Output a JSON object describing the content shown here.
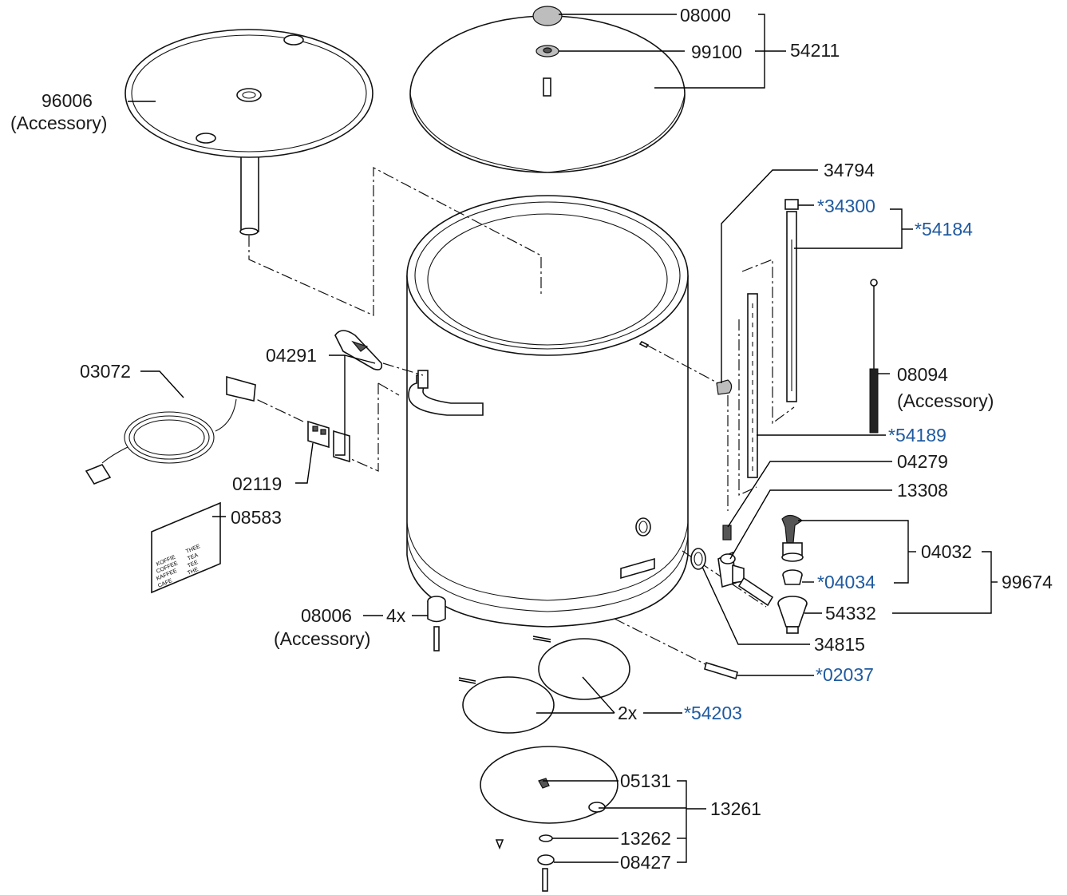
{
  "labels": {
    "p08000": "08000",
    "p99100": "99100",
    "p54211": "54211",
    "p96006": "96006",
    "p96006_acc": "(Accessory)",
    "p34794": "34794",
    "p34300": "*34300",
    "p54184": "*54184",
    "p04291": "04291",
    "p03072": "03072",
    "p08094": "08094",
    "p08094_acc": "(Accessory)",
    "p54189": "*54189",
    "p02119": "02119",
    "p04279": "04279",
    "p08583": "08583",
    "p13308": "13308",
    "p04032": "04032",
    "p04034": "*04034",
    "p99674": "99674",
    "p08006": "08006",
    "p08006_qty": "4x",
    "p08006_acc": "(Accessory)",
    "p54332": "54332",
    "p34815": "34815",
    "p02037": "*02037",
    "p54203_qty": "2x",
    "p54203": "*54203",
    "p05131": "05131",
    "p13261": "13261",
    "p13262": "13262",
    "p08427": "08427"
  },
  "sticker": {
    "rows": [
      [
        "KOFFIE",
        "THEE"
      ],
      [
        "COFFEE",
        "TEA"
      ],
      [
        "KAFFEE",
        "TEE"
      ],
      [
        "CAFE",
        "THE"
      ]
    ]
  },
  "colors": {
    "label_text": "#1a1a1a",
    "replacement_part_text": "#1f5aa0",
    "line": "#000000"
  }
}
